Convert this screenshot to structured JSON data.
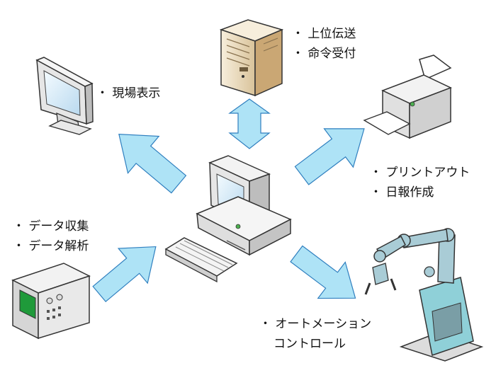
{
  "labels": {
    "monitor": "・ 現場表示",
    "server_1": "・ 上位伝送",
    "server_2": "・ 命令受付",
    "printer_1": "・ プリントアウト",
    "printer_2": "・ 日報作成",
    "analyzer_1": "・ データ収集",
    "analyzer_2": "・ データ解析",
    "robot_1": "・ オートメーション",
    "robot_2": "コントロール"
  },
  "colors": {
    "arrow_fill": "#aee3f6",
    "arrow_stroke": "#2f7fbf",
    "device_body": "#eeeeee",
    "screen": "#cfe6f6",
    "server_body": "#efe2c6",
    "robot_arm": "#a9ccd6",
    "robot_base": "#8fd0d8",
    "analyzer_screen": "#1f9a3a"
  },
  "icons": [
    "monitor-icon",
    "server-icon",
    "printer-icon",
    "desktop-pc-icon",
    "keyboard-icon",
    "analyzer-icon",
    "robot-arm-icon"
  ]
}
